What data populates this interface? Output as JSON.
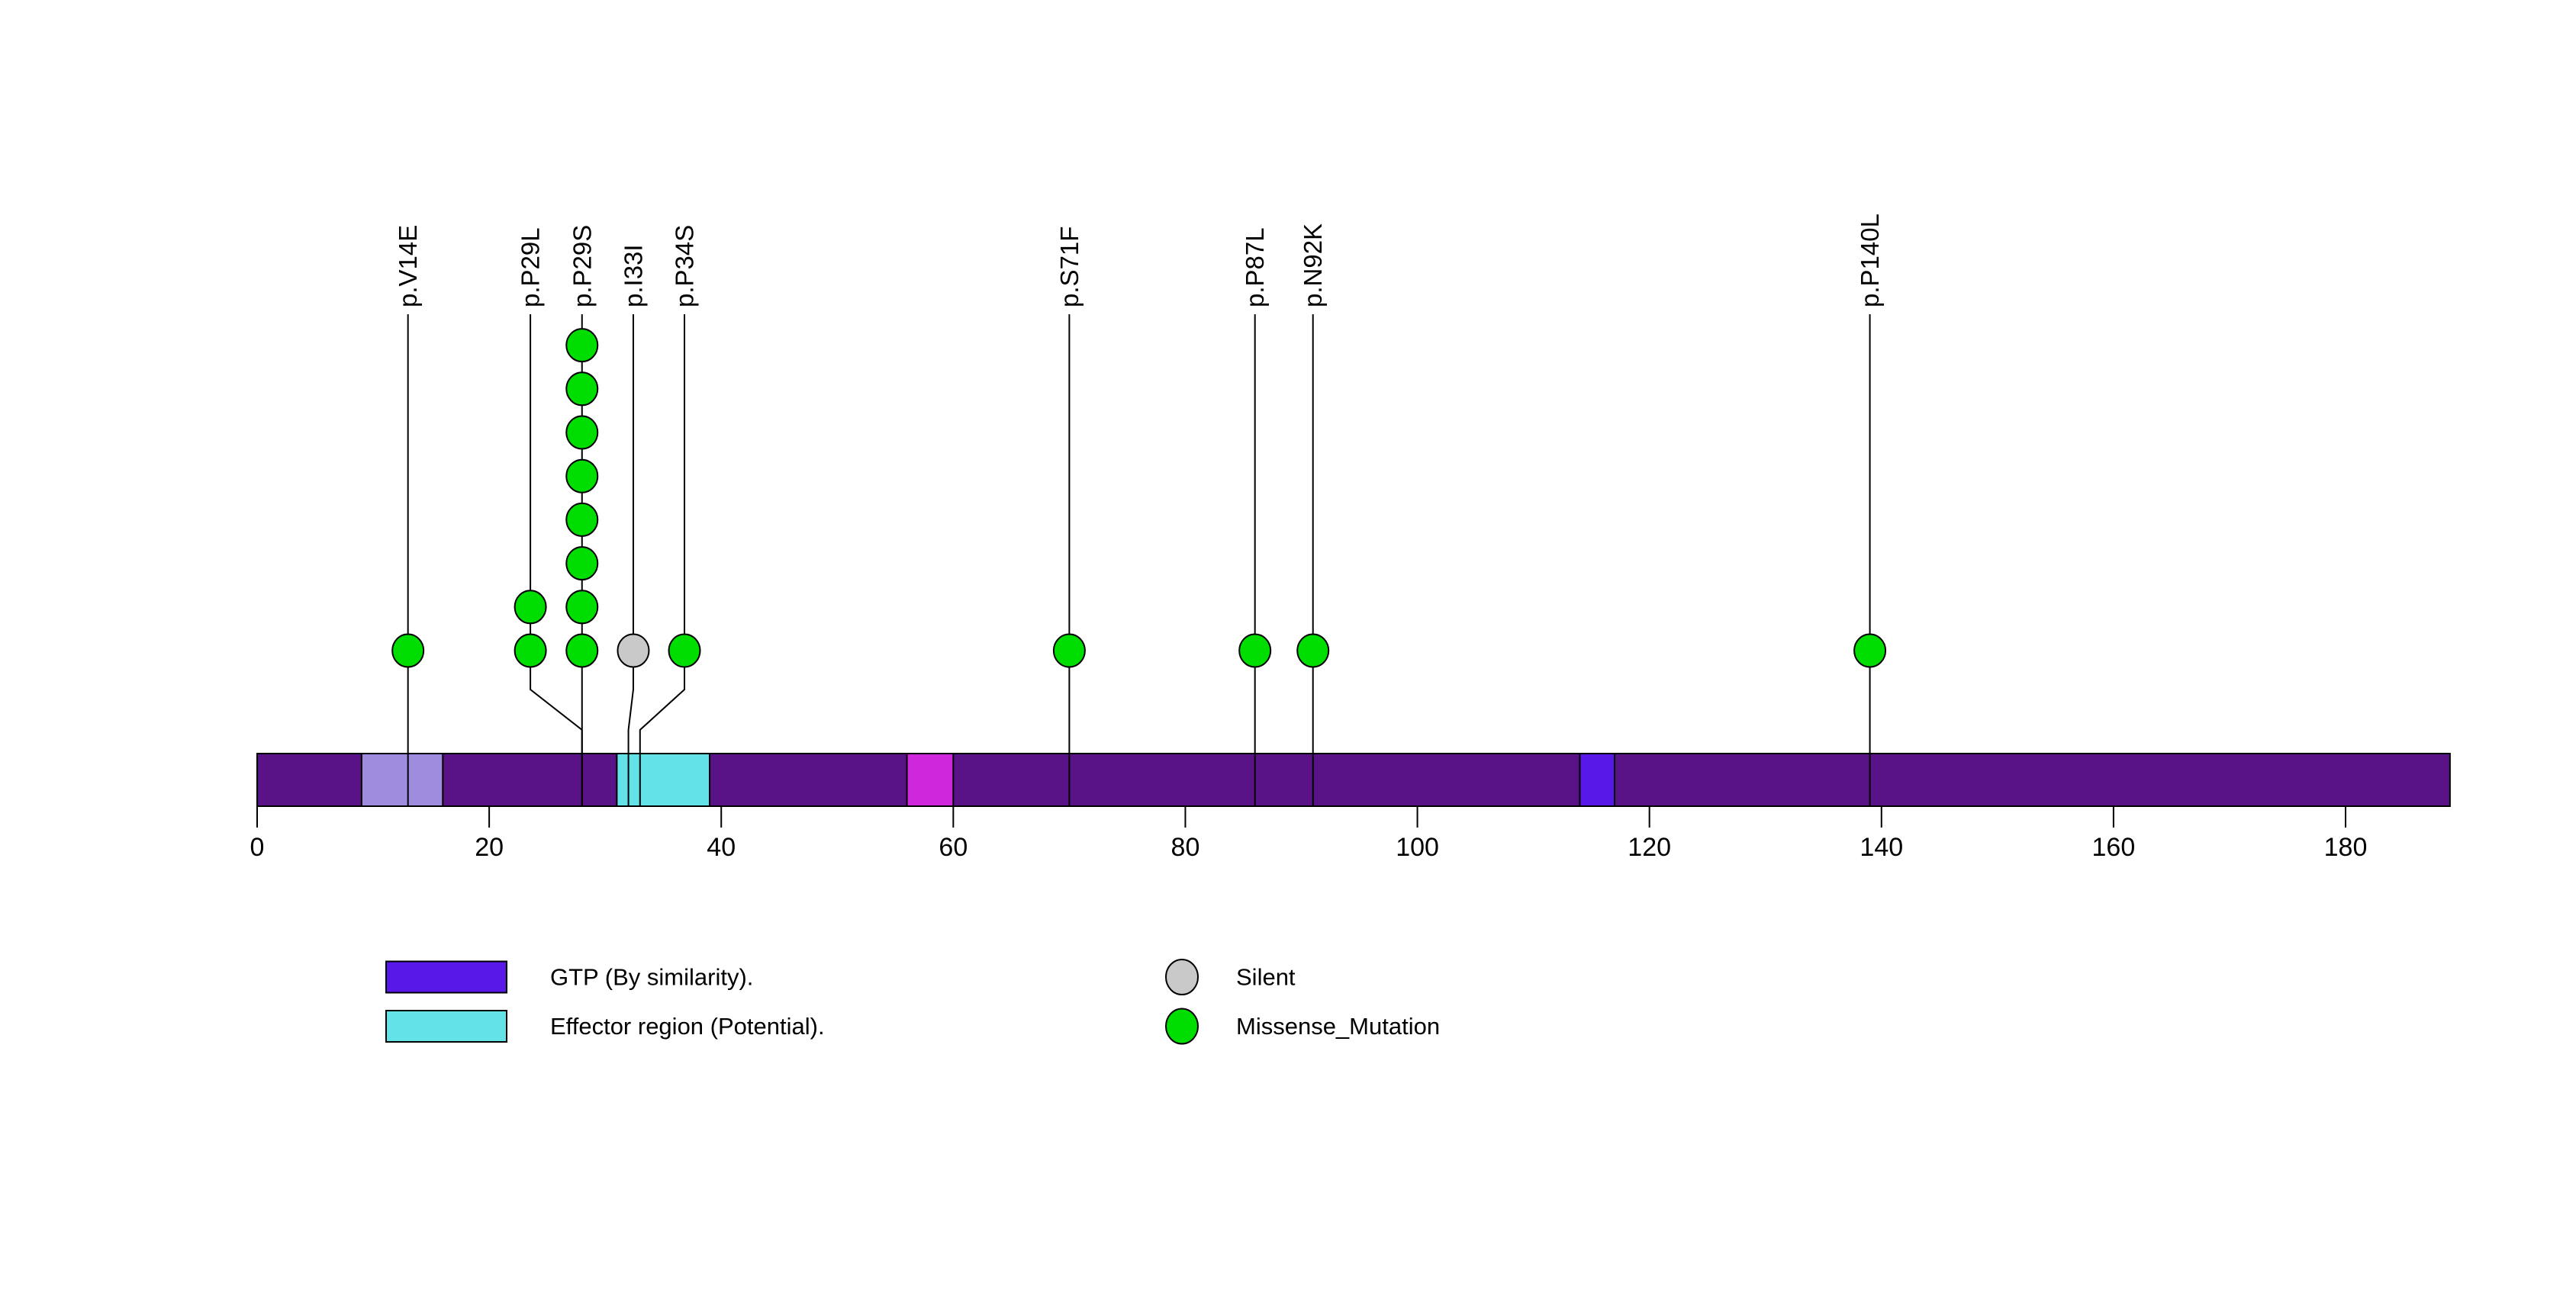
{
  "chart_data": {
    "type": "lollipop",
    "subtype": "protein-mutation-lollipop-plot",
    "title": "",
    "xlabel": "",
    "ylabel": "",
    "protein_length_aa": 189,
    "xlim": [
      0,
      189
    ],
    "x_ticks": [
      0,
      20,
      40,
      60,
      80,
      100,
      120,
      140,
      160,
      180
    ],
    "grid": false,
    "colors": {
      "protein_bar": "#5A1386",
      "gtp_nterm": "#A08CDF",
      "effector": "#63E3E8",
      "gtp_mid": "#CF28DC",
      "gtp_cterm": "#5818E8",
      "missense": "#00DD00",
      "silent": "#C9C9C9",
      "outline": "#000000"
    },
    "domains": [
      {
        "label": "GTP (By similarity).",
        "start_aa": 10,
        "end_aa": 17,
        "color_key": "gtp_nterm"
      },
      {
        "label": "Effector region (Potential).",
        "start_aa": 32,
        "end_aa": 40,
        "color_key": "effector"
      },
      {
        "label": "GTP (By similarity).",
        "start_aa": 57,
        "end_aa": 61,
        "color_key": "gtp_mid"
      },
      {
        "label": "GTP (By similarity).",
        "start_aa": 115,
        "end_aa": 118,
        "color_key": "gtp_cterm"
      }
    ],
    "mutations": [
      {
        "label": "p.V14E",
        "aa_pos": 14,
        "stem_aa": 14,
        "count": 1,
        "classification": "Missense_Mutation"
      },
      {
        "label": "p.P29L",
        "aa_pos": 29,
        "stem_aa": 24.55,
        "count": 2,
        "classification": "Missense_Mutation"
      },
      {
        "label": "p.P29S",
        "aa_pos": 29,
        "stem_aa": 29,
        "count": 8,
        "classification": "Missense_Mutation"
      },
      {
        "label": "p.I33I",
        "aa_pos": 33,
        "stem_aa": 33.42,
        "count": 1,
        "classification": "Silent"
      },
      {
        "label": "p.P34S",
        "aa_pos": 34,
        "stem_aa": 37.83,
        "count": 1,
        "classification": "Missense_Mutation"
      },
      {
        "label": "p.S71F",
        "aa_pos": 71,
        "stem_aa": 71,
        "count": 1,
        "classification": "Missense_Mutation"
      },
      {
        "label": "p.P87L",
        "aa_pos": 87,
        "stem_aa": 87,
        "count": 1,
        "classification": "Missense_Mutation"
      },
      {
        "label": "p.N92K",
        "aa_pos": 92,
        "stem_aa": 92,
        "count": 1,
        "classification": "Missense_Mutation"
      },
      {
        "label": "p.P140L",
        "aa_pos": 140,
        "stem_aa": 140,
        "count": 1,
        "classification": "Missense_Mutation"
      }
    ],
    "legend": {
      "domain_entries": [
        {
          "label": "GTP (By similarity).",
          "color_key": "gtp_cterm"
        },
        {
          "label": "Effector region (Potential).",
          "color_key": "effector"
        }
      ],
      "mutation_type_entries": [
        {
          "label": "Silent",
          "color_key": "silent"
        },
        {
          "label": "Missense_Mutation",
          "color_key": "missense"
        }
      ]
    }
  }
}
